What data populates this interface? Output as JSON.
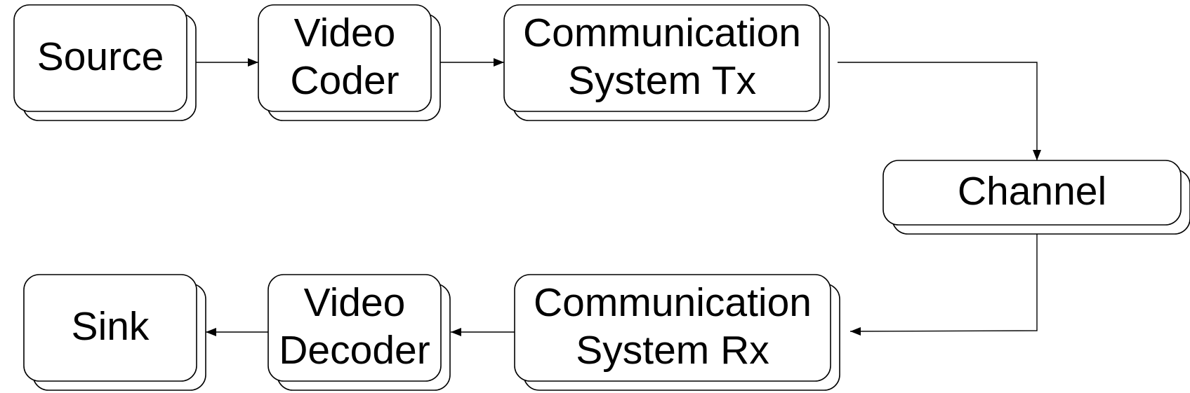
{
  "diagram": {
    "type": "block-flow",
    "nodes": [
      {
        "id": "source",
        "lines": [
          "Source"
        ]
      },
      {
        "id": "video-coder",
        "lines": [
          "Video",
          "Coder"
        ]
      },
      {
        "id": "comm-tx",
        "lines": [
          "Communication",
          "System Tx"
        ]
      },
      {
        "id": "channel",
        "lines": [
          "Channel"
        ]
      },
      {
        "id": "comm-rx",
        "lines": [
          "Communication",
          "System Rx"
        ]
      },
      {
        "id": "video-decoder",
        "lines": [
          "Video",
          "Decoder"
        ]
      },
      {
        "id": "sink",
        "lines": [
          "Sink"
        ]
      }
    ],
    "edges": [
      {
        "from": "source",
        "to": "video-coder"
      },
      {
        "from": "video-coder",
        "to": "comm-tx"
      },
      {
        "from": "comm-tx",
        "to": "channel"
      },
      {
        "from": "channel",
        "to": "comm-rx"
      },
      {
        "from": "comm-rx",
        "to": "video-decoder"
      },
      {
        "from": "video-decoder",
        "to": "sink"
      }
    ]
  }
}
